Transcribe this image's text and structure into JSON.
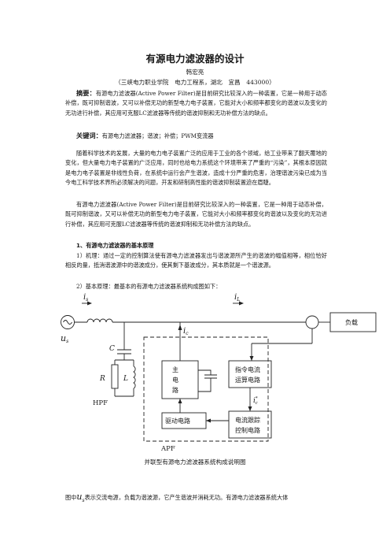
{
  "title": "有源电力滤波器的设计",
  "author": "韩宏亮",
  "affiliation": "（三峡电力职业学院　电力工程系，湖北　宜昌　443000）",
  "abstract_label": "摘要：",
  "abstract_text": "有源电力滤波器(Active Power Filter)是目前研究比较深入的一种装置，它是一种用于动态补偿，既可抑制谐波，又可以补偿无功的新型电力电子装置，它能对大小和频率都变化的谐波以及变化的无功进行补偿，其应用可克服LC滤波器等传统的谐波抑制和无功补偿方法的缺点。",
  "keywords_label": "关键词：",
  "keywords_text": "有源电力滤波器；谐波；补偿；PWM变流器",
  "intro_p1": "随着科学技术的发展，大量的电力电子装置广泛的应用于工业的各个领域，给工业带来了翻天覆地的变化，但大量电力电子装置的广泛应用，同时也给电力系统这个环境带来了严重的“污染”，其根本原因就是电力电子装置是非线性负荷，在系统中运行会产生谐波，造成十分严重的危害，治理谐波污染已成为当今电工科学技术界所必须解决的问题，开发和研制高性能的谐波抑制装置迫在眉睫。",
  "intro_p2": "有源电力滤波器(Active Power Filter)是目前研究比较深入的一种装置，它是一种用于动态补偿，既可抑制谐波，又可以补偿无功的新型电力电子装置，它能对大小和频率都变化的谐波以及变化的无功进行补偿，其应用可克服LC滤波器等传统的谐波抑制和无功补偿方法的缺点。",
  "section1_title": "1、有源电力滤波器的基本原理",
  "point1": "1）机理：通过一定的控制算法使有源电力滤波器发出与谐波源所产生的谐波的幅值相等，相位恰好相反的量，抵消谐波源中的谐波成分，使其剩下基波成分，其本质就是一个谐波源。",
  "point2": "2）基本原理：最基本的有源电力滤波器系统构成图如下：",
  "diagram": {
    "is_label": "i",
    "is_sub": "s",
    "il_label": "i",
    "il_sub": "L",
    "ic_label": "i",
    "ic_sub": "c",
    "us_label": "u",
    "us_sub": "s",
    "c_label": "C",
    "r_label": "R",
    "l_label": "L",
    "hpf_label": "HPF",
    "apf_label": "APF",
    "load_label": "负载",
    "main_circuit_lines": [
      "主",
      "电",
      "路"
    ],
    "command_calc_lines": [
      "指令电流",
      "运算电路"
    ],
    "ic_star_label": "i",
    "ic_star_sup": "*",
    "ic_star_sub": "c",
    "drive_circuit": "驱动电路",
    "track_control_lines": [
      "电流跟踪",
      "控制电路"
    ]
  },
  "figure_caption": "并联型有源电力滤波器系统构成说明图",
  "bottom_prefix": "图中",
  "bottom_var": "u",
  "bottom_var_sub": "s",
  "bottom_suffix": "表示交流电源，负载为谐波源，它产生谐波并消耗无功。有源电力滤波器系统大体"
}
